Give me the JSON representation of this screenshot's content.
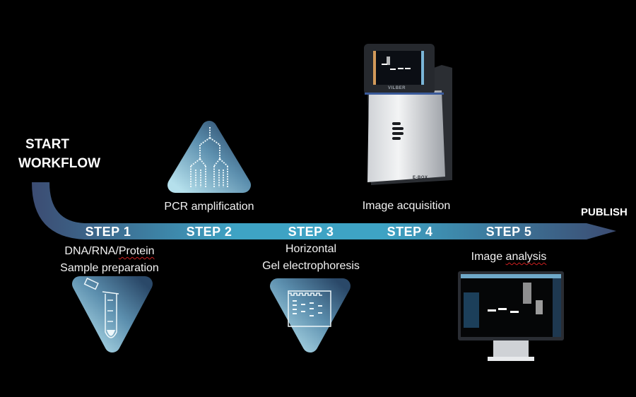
{
  "start": {
    "line1": "START",
    "line2": "WORKFLOW"
  },
  "end": "PUBLISH",
  "steps": [
    {
      "label": "STEP 1",
      "desc1": "DNA/RNA/",
      "desc1_underlined": "Protein",
      "desc2": "Sample preparation"
    },
    {
      "label": "STEP 2",
      "desc": "PCR amplification"
    },
    {
      "label": "STEP 3",
      "desc1": "Horizontal",
      "desc2": "Gel electrophoresis"
    },
    {
      "label": "STEP 4",
      "desc": "Image acquisition"
    },
    {
      "label": "STEP 5",
      "desc_plain": "Image ",
      "desc_underlined": "analysis"
    }
  ],
  "device": {
    "brand": "VILBER",
    "model": "E-BOX"
  },
  "colors": {
    "navy": "#3c4c72",
    "teal": "#3ea3c4",
    "icon_light": "#a9d6e3",
    "icon_dark": "#2a4868"
  }
}
